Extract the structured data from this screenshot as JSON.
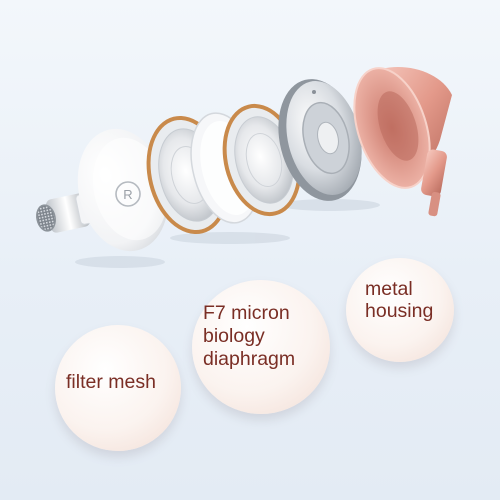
{
  "components": {
    "logo_letter": "R",
    "labels": {
      "filter_mesh": "filter mesh",
      "diaphragm_line1": "F7 micron",
      "diaphragm_line2": "biology",
      "diaphragm_line3": "diaphragm",
      "housing_line1": "metal",
      "housing_line2": "housing"
    }
  },
  "colors": {
    "label_text": "#7a2e25",
    "copper_ring": "#c98a4b",
    "rose_gold": "#e8a89b",
    "background": "#eaf1f8"
  },
  "icons": {
    "logo": "registered-r-logo"
  }
}
